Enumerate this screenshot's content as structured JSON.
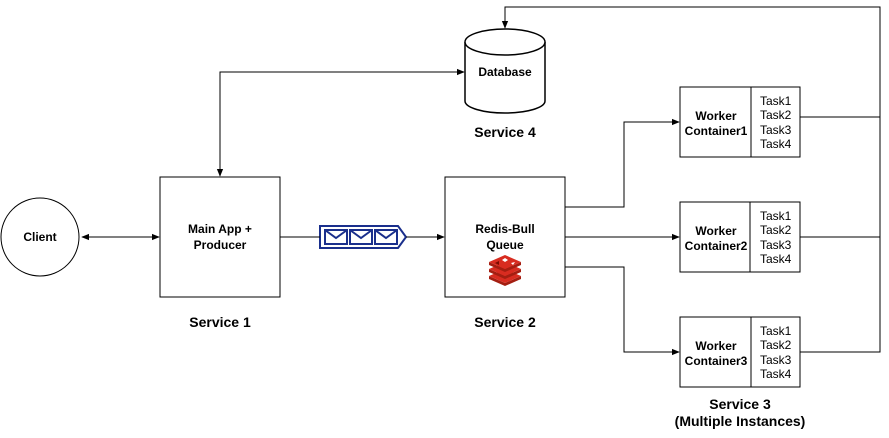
{
  "client": {
    "label": "Client"
  },
  "main_app": {
    "lines": [
      "Main App +",
      "Producer"
    ],
    "service_label": "Service 1"
  },
  "queue": {
    "lines": [
      "Redis-Bull",
      "Queue"
    ],
    "service_label": "Service 2"
  },
  "database": {
    "label": "Database",
    "service_label": "Service 4"
  },
  "workers": {
    "items": [
      {
        "lines": [
          "Worker",
          "Container1"
        ],
        "tasks": [
          "Task1",
          "Task2",
          "Task3",
          "Task4"
        ]
      },
      {
        "lines": [
          "Worker",
          "Container2"
        ],
        "tasks": [
          "Task1",
          "Task2",
          "Task3",
          "Task4"
        ]
      },
      {
        "lines": [
          "Worker",
          "Container3"
        ],
        "tasks": [
          "Task1",
          "Task2",
          "Task3",
          "Task4"
        ]
      }
    ],
    "service_label_lines": [
      "Service 3",
      "(Multiple Instances)"
    ]
  },
  "colors": {
    "message_queue_icon": "#1a2f8c",
    "redis_icon": "#d82c20"
  }
}
